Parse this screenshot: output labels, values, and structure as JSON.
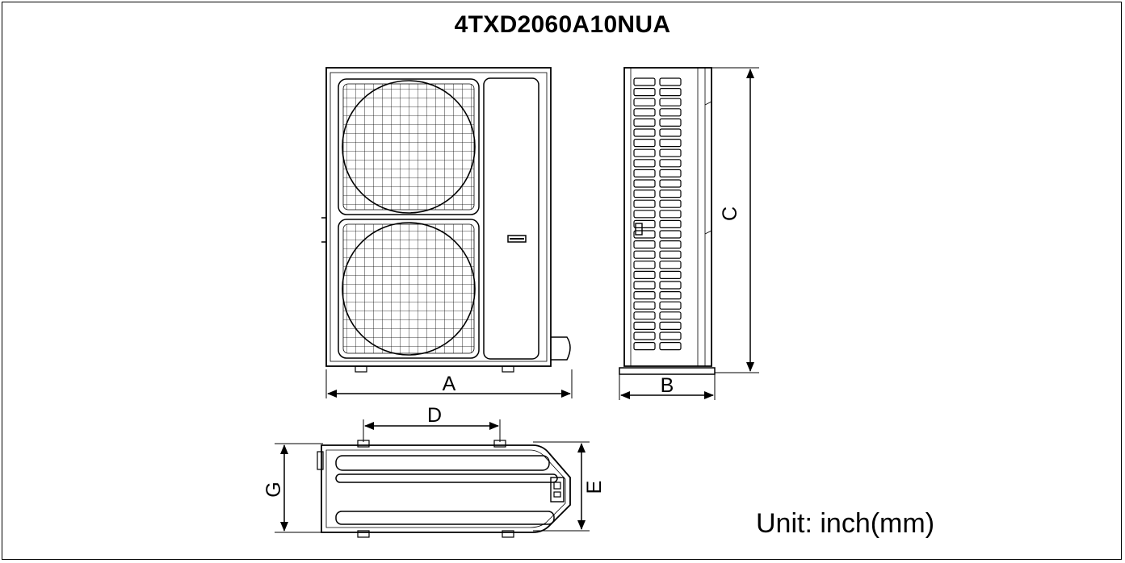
{
  "title": "4TXD2060A10NUA",
  "unit_label": "Unit: inch(mm)",
  "dimensions": {
    "a": "A",
    "b": "B",
    "c": "C",
    "d": "D",
    "e": "E",
    "g": "G"
  },
  "colors": {
    "line": "#000000",
    "background": "#ffffff"
  }
}
